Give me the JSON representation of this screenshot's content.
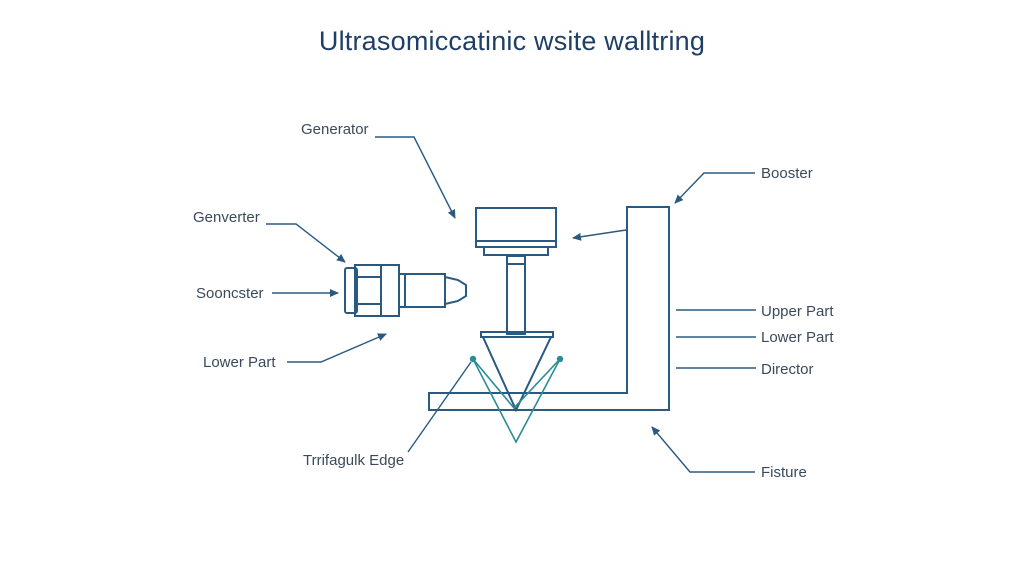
{
  "title": "Ultrasomiccatinic wsite walltring",
  "colors": {
    "title": "#1f3f66",
    "line": "#2a5a82",
    "label": "#3a4a5c",
    "accent": "#2a8c96"
  },
  "labels": {
    "generator": "Generator",
    "genverter": "Genverter",
    "sooncster": "Sooncster",
    "lower_part_left": "Lower Part",
    "trifagulk_edge": "Trrifagulk Edge",
    "booster": "Booster",
    "upper_part": "Upper Part",
    "lower_part_right": "Lower Part",
    "director": "Director",
    "fisture": "Fisture"
  }
}
